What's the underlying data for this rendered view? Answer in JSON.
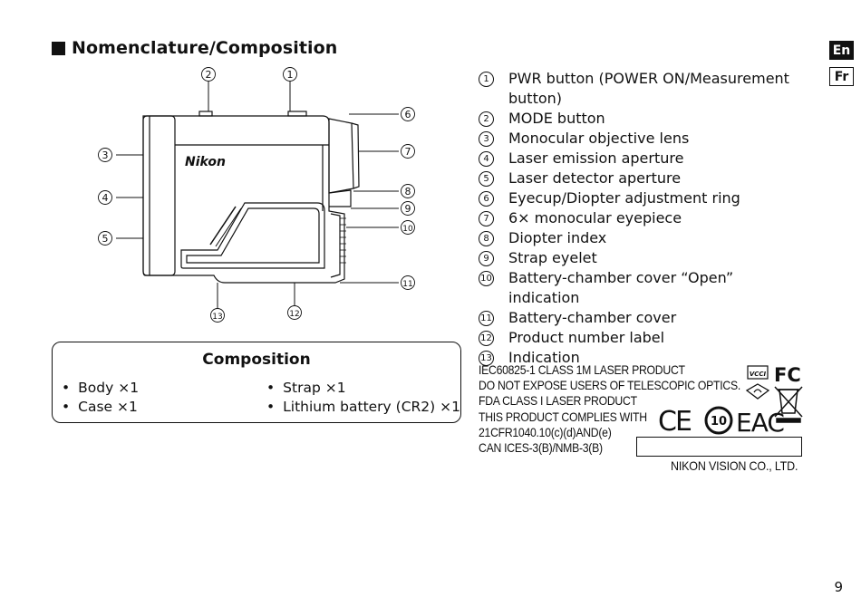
{
  "heading": "Nomenclature/Composition",
  "languages": {
    "active": "En",
    "inactive": "Fr"
  },
  "diagram": {
    "brand": "Nikon",
    "callouts": [
      "1",
      "2",
      "3",
      "4",
      "5",
      "6",
      "7",
      "8",
      "9",
      "10",
      "11",
      "12",
      "13"
    ]
  },
  "parts": [
    {
      "num": "1",
      "label": "PWR button (POWER ON/Measurement",
      "label_cont": "button)"
    },
    {
      "num": "2",
      "label": "MODE button"
    },
    {
      "num": "3",
      "label": "Monocular objective lens"
    },
    {
      "num": "4",
      "label": "Laser emission aperture"
    },
    {
      "num": "5",
      "label": "Laser detector aperture"
    },
    {
      "num": "6",
      "label": "Eyecup/Diopter adjustment ring"
    },
    {
      "num": "7",
      "label": "6× monocular eyepiece"
    },
    {
      "num": "8",
      "label": "Diopter index"
    },
    {
      "num": "9",
      "label": "Strap eyelet"
    },
    {
      "num": "10",
      "label": "Battery-chamber cover “Open” indication"
    },
    {
      "num": "11",
      "label": "Battery-chamber cover"
    },
    {
      "num": "12",
      "label": "Product number label"
    },
    {
      "num": "13",
      "label": "Indication"
    }
  ],
  "composition": {
    "title": "Composition",
    "items": [
      "Body ×1",
      "Strap ×1",
      "Case ×1",
      "Lithium battery (CR2) ×1"
    ]
  },
  "compliance": {
    "lines": [
      "IEC60825-1 CLASS 1M LASER PRODUCT",
      "DO NOT EXPOSE USERS OF TELESCOPIC OPTICS.",
      "FDA CLASS I LASER PRODUCT",
      "THIS PRODUCT COMPLIES WITH",
      "21CFR1040.10(c)(d)AND(e)",
      "CAN ICES-3(B)/NMB-3(B)"
    ],
    "company": "NIKON VISION CO., LTD.",
    "marks": {
      "vcci": "VCCI",
      "fc": "FC",
      "ce": "CE",
      "ten": "10",
      "eac": "EAC"
    }
  },
  "page_number": "9"
}
